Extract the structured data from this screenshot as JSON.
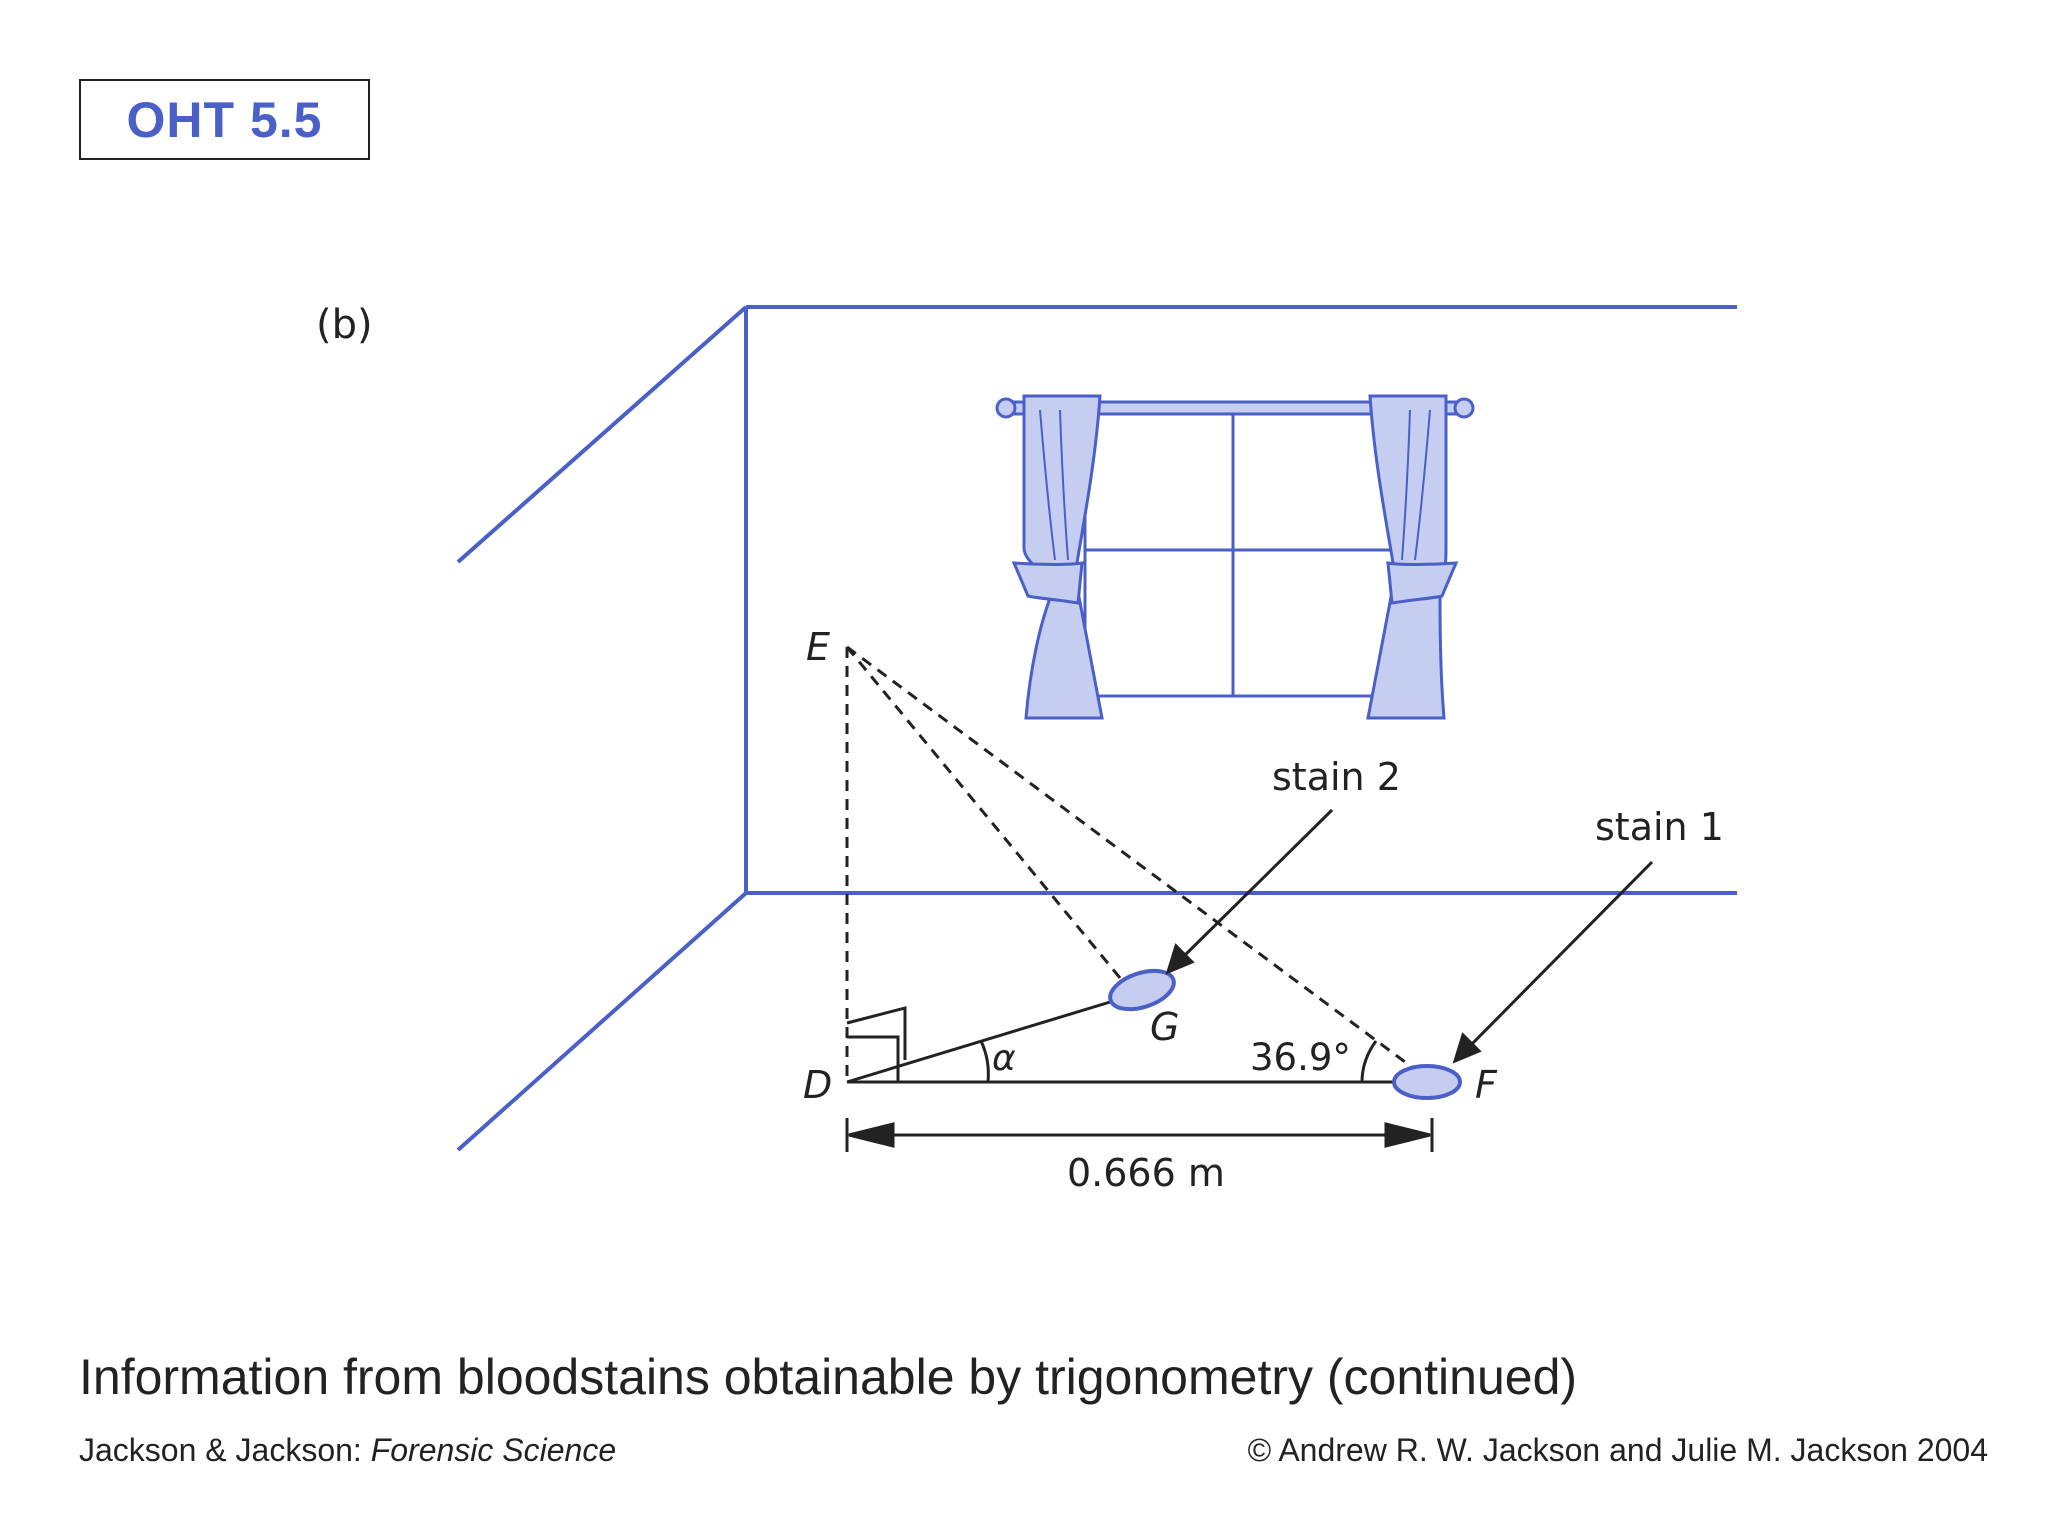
{
  "badge": {
    "label": "OHT 5.5"
  },
  "figure": {
    "panel_label": "(b)",
    "labels": {
      "point_e": "E",
      "point_d": "D",
      "point_g": "G",
      "point_f": "F",
      "angle_alpha": "α",
      "angle_value": "36.9°",
      "stain_1": "stain 1",
      "stain_2": "stain 2",
      "distance": "0.666 m"
    },
    "colors": {
      "line": "#4a5fc7",
      "fill": "#c5cdf0",
      "ink": "#222222"
    }
  },
  "caption": "Information from bloodstains obtainable by trigonometry (continued)",
  "credit": {
    "authors": "Jackson & Jackson: ",
    "book": "Forensic Science",
    "copyright": "© Andrew R. W. Jackson and Julie M. Jackson 2004"
  }
}
